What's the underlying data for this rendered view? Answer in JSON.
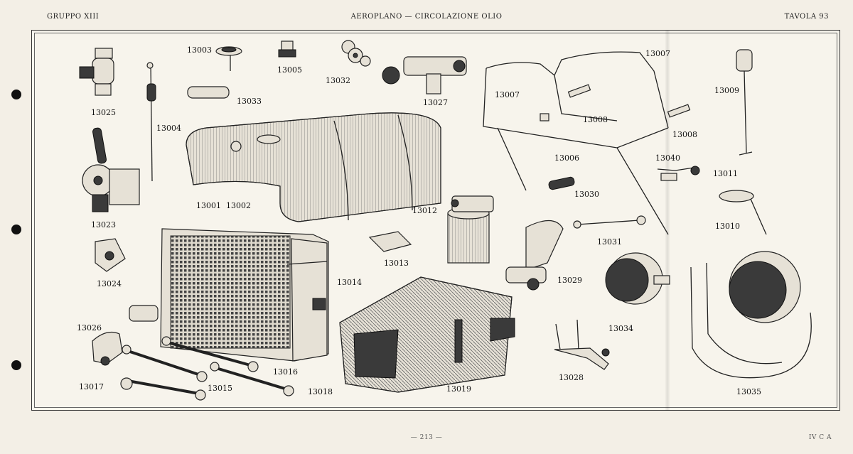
{
  "header": {
    "left": "GRUPPO XIII",
    "center": "AEROPLANO — CIRCOLAZIONE OLIO",
    "right": "TAVOLA 93"
  },
  "footer": {
    "page": "— 213 —",
    "code": "IV C A"
  },
  "labels": {
    "p13025": "13025",
    "p13004": "13004",
    "p13003": "13003",
    "p13033": "13033",
    "p13005": "13005",
    "p13032": "13032",
    "p13027": "13027",
    "p13007a": "13007",
    "p13007b": "13007",
    "p13009": "13009",
    "p13008a": "13008",
    "p13008b": "13008",
    "p13006": "13006",
    "p13040": "13040",
    "p13011": "13011",
    "p13023": "13023",
    "p13001": "13001",
    "p13002": "13002",
    "p13030": "13030",
    "p13012": "13012",
    "p13010": "13010",
    "p13024": "13024",
    "p13013": "13013",
    "p13031": "13031",
    "p13014": "13014",
    "p13029": "13029",
    "p13034": "13034",
    "p13026": "13026",
    "p13016": "13016",
    "p13015": "13015",
    "p13017": "13017",
    "p13018": "13018",
    "p13019": "13019",
    "p13028": "13028",
    "p13035": "13035"
  }
}
